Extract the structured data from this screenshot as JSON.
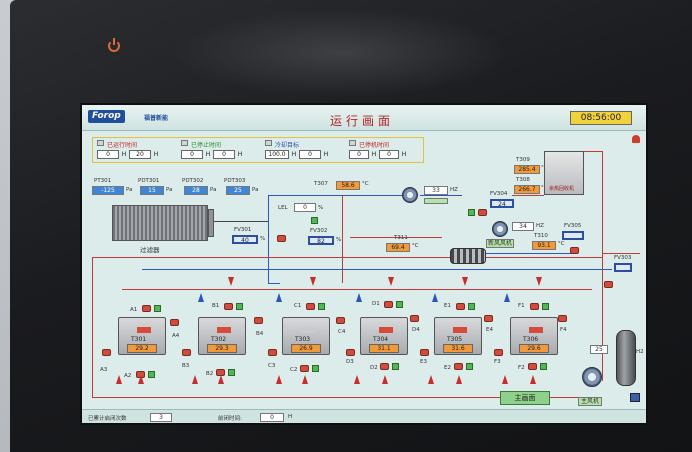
{
  "header": {
    "logo": "Forop",
    "logo_sub": "福普新能",
    "title": "运行画面",
    "clock": "08:56:00"
  },
  "time_panel": {
    "groups": [
      {
        "label": "已运行时间",
        "values": [
          "0",
          "20"
        ],
        "unit": "H"
      },
      {
        "label": "已停止时间",
        "values": [
          "0",
          "0"
        ],
        "unit": "H"
      },
      {
        "label": "冷却目标",
        "values": [
          "100.0",
          "0"
        ],
        "unit": "H"
      },
      {
        "label": "已停机时间",
        "values": [
          "0",
          "0"
        ],
        "unit": "H"
      }
    ]
  },
  "pressure": [
    {
      "tag": "PT301",
      "value": "-125",
      "unit": "Pa"
    },
    {
      "tag": "PDT301",
      "value": "15",
      "unit": "Pa"
    },
    {
      "tag": "PDT302",
      "value": "28",
      "unit": "Pa"
    },
    {
      "tag": "PDT303",
      "value": "25",
      "unit": "Pa"
    }
  ],
  "filter_label": "过滤器",
  "fv301": {
    "tag": "FV301",
    "value": "40",
    "unit": "%"
  },
  "lel": {
    "tag": "LEL",
    "value": "0",
    "unit": "%"
  },
  "fv302": {
    "tag": "FV302",
    "value": "82",
    "unit": "%"
  },
  "t307": {
    "tag": "T307",
    "value": "58.6",
    "unit": "°C"
  },
  "fan_hz": {
    "value": "33",
    "unit": "HZ"
  },
  "fv304": {
    "tag": "FV304",
    "value": "24"
  },
  "fresh_fan_hz": {
    "value": "34",
    "unit": "HZ"
  },
  "fresh_fan_label": "新风风机",
  "t311": {
    "tag": "T311",
    "value": "69.4",
    "unit": "°C"
  },
  "t309": {
    "tag": "T309",
    "value": "285.4",
    "unit": "°C"
  },
  "t308": {
    "tag": "T308",
    "value": "266.7",
    "unit": "°C"
  },
  "t310": {
    "tag": "T310",
    "value": "93.1",
    "unit": "°C"
  },
  "dehum_label": "余热回收机",
  "fv305": {
    "tag": "FV305"
  },
  "fv303": {
    "tag": "FV303"
  },
  "chambers": [
    {
      "name": "T301",
      "value": "29.2"
    },
    {
      "name": "T302",
      "value": "29.3"
    },
    {
      "name": "T303",
      "value": "26.9"
    },
    {
      "name": "T304",
      "value": "31.1"
    },
    {
      "name": "T305",
      "value": "31.6"
    },
    {
      "name": "T306",
      "value": "29.6"
    }
  ],
  "top_tags": [
    "A1",
    "B1",
    "C1",
    "D1",
    "E1",
    "F1"
  ],
  "side_tags": [
    "A4",
    "B4",
    "C4",
    "D4",
    "E4",
    "F4"
  ],
  "bottom_tags": [
    "A3",
    "A2",
    "B3",
    "B2",
    "C3",
    "C2",
    "D3",
    "D2",
    "E3",
    "E2",
    "F3",
    "F2"
  ],
  "h2": {
    "value": "25",
    "tag": "H2"
  },
  "main_fan_label": "主风机",
  "main_button": "主画面",
  "footer": {
    "runs_label": "已累计启闭次数",
    "runs_value": "3",
    "short_label": "前闭时间:",
    "short_value": "0",
    "short_unit": "H"
  }
}
